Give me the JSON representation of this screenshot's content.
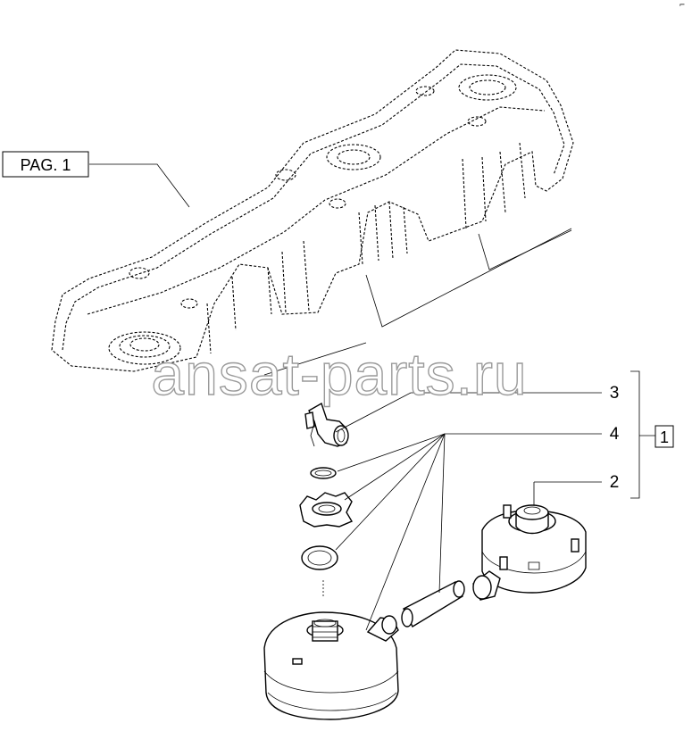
{
  "reference_box": {
    "label": "PAG. 1"
  },
  "callouts": [
    {
      "number": "3"
    },
    {
      "number": "4"
    },
    {
      "number": "2"
    }
  ],
  "assembly_box": {
    "label": "1"
  },
  "watermark": {
    "text": "ansat-parts.ru"
  },
  "corner_mark": {
    "text": "⌐"
  }
}
